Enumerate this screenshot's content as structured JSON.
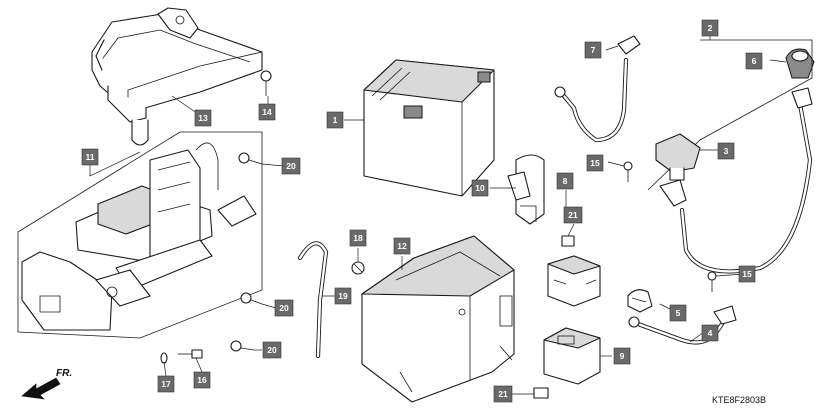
{
  "diagram": {
    "code": "KTE8F2803B",
    "direction_label": "FR.",
    "callouts": [
      "1",
      "2",
      "3",
      "4",
      "5",
      "6",
      "7",
      "8",
      "9",
      "10",
      "11",
      "12",
      "13",
      "14",
      "15",
      "15",
      "16",
      "17",
      "18",
      "19",
      "20",
      "20",
      "20",
      "21",
      "21"
    ]
  }
}
